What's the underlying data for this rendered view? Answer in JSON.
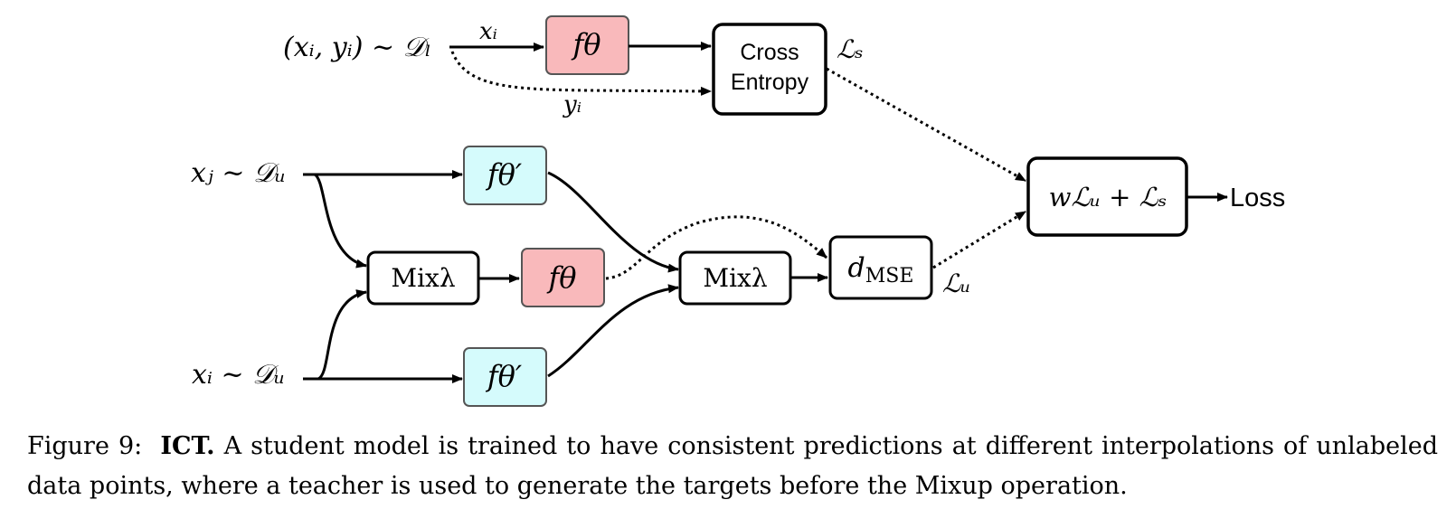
{
  "diagram": {
    "labels": {
      "labeled_source": "(xᵢ, yᵢ) ~ 𝒟ₗ",
      "edge_xi": "xᵢ",
      "edge_yi": "yᵢ",
      "unlabeled_j": "xⱼ ~ 𝒟ᵤ",
      "unlabeled_i": "xᵢ ~ 𝒟ᵤ",
      "loss_s": "ℒₛ",
      "loss_u": "ℒᵤ",
      "loss_out": "Loss"
    },
    "boxes": {
      "student_top": "fθ",
      "cross_entropy_line1": "Cross",
      "cross_entropy_line2": "Entropy",
      "teacher_top": "fθ′",
      "mix_left": "Mixλ",
      "student_mid": "fθ",
      "mix_right": "Mixλ",
      "dmse": "d",
      "dmse_sub": "MSE",
      "teacher_bottom": "fθ′",
      "total_loss": "wℒᵤ + ℒₛ"
    },
    "colors": {
      "student_fill": "#f9b9bb",
      "teacher_fill": "#d5fbfc",
      "stroke": "#000000"
    }
  },
  "caption": {
    "number": "Figure 9:",
    "bold": "ICT.",
    "text": "A student model is trained to have consistent predictions at different interpolations of unlabeled data points, where a teacher is used to generate the targets before the Mixup operation."
  }
}
